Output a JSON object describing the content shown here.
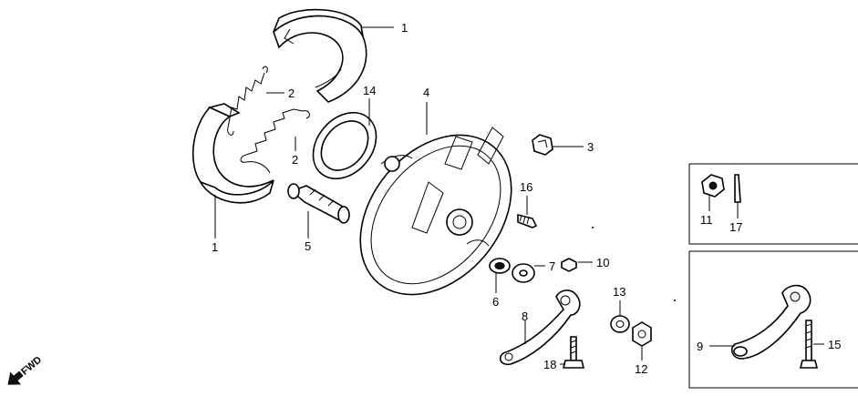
{
  "diagram": {
    "fwd_label": "FWD",
    "callouts": [
      {
        "id": "c1a",
        "text": "1"
      },
      {
        "id": "c1b",
        "text": "1"
      },
      {
        "id": "c2a",
        "text": "2"
      },
      {
        "id": "c2b",
        "text": "2"
      },
      {
        "id": "c3",
        "text": "3"
      },
      {
        "id": "c4",
        "text": "4"
      },
      {
        "id": "c5",
        "text": "5"
      },
      {
        "id": "c6",
        "text": "6"
      },
      {
        "id": "c7",
        "text": "7"
      },
      {
        "id": "c8",
        "text": "8"
      },
      {
        "id": "c9",
        "text": "9"
      },
      {
        "id": "c10",
        "text": "10"
      },
      {
        "id": "c11",
        "text": "11"
      },
      {
        "id": "c12",
        "text": "12"
      },
      {
        "id": "c13",
        "text": "13"
      },
      {
        "id": "c14",
        "text": "14"
      },
      {
        "id": "c15",
        "text": "15"
      },
      {
        "id": "c16",
        "text": "16"
      },
      {
        "id": "c17",
        "text": "17"
      },
      {
        "id": "c18",
        "text": "18"
      }
    ]
  }
}
